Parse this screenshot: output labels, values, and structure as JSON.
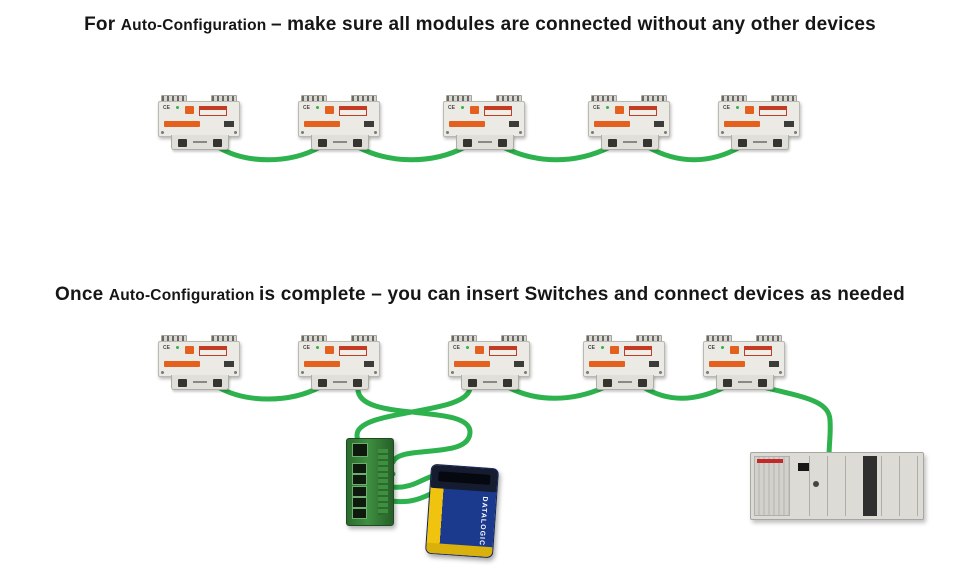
{
  "headings": {
    "top": [
      {
        "text": "For "
      },
      {
        "text": "Auto-Configuration "
      },
      {
        "text": " – make sure all modules are connected without any other devices"
      }
    ],
    "bottom": [
      {
        "text": "Once "
      },
      {
        "text": "Auto-Configuration "
      },
      {
        "text": " is complete – you can insert Switches and connect devices as needed"
      }
    ]
  },
  "module_rows": {
    "top_count": 5,
    "bottom_count": 5
  },
  "module": {
    "ce_label": "CE"
  },
  "devices": {
    "scanner_brand": "DATALOGIC"
  },
  "colors": {
    "cable_green": "#2eb24e",
    "module_orange": "#e4601e",
    "switch_green": "#2c6b2e",
    "scanner_blue": "#1b3a8e",
    "scanner_yellow": "#f0c40e",
    "heading_text": "#161616"
  }
}
